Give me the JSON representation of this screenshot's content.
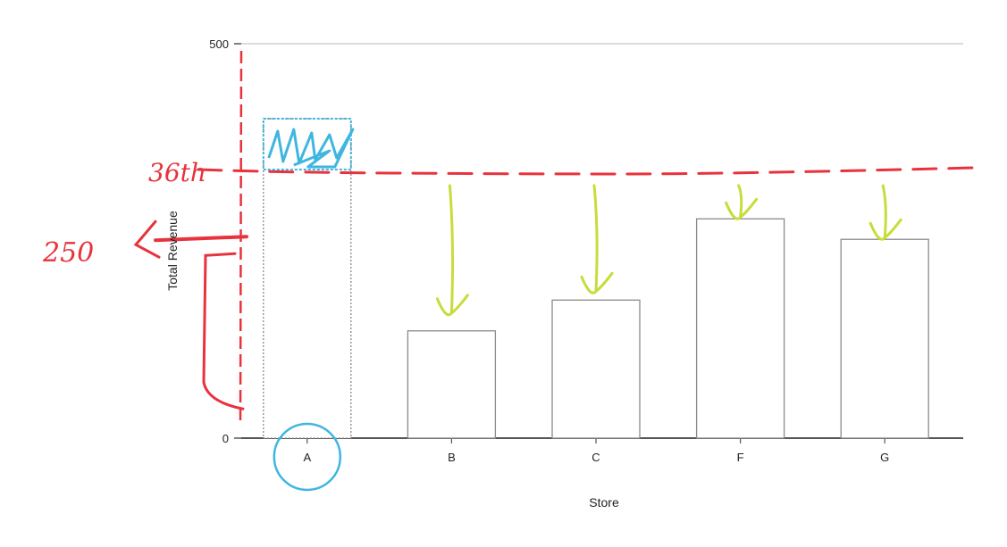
{
  "chart_data": {
    "type": "bar",
    "categories": [
      "A",
      "B",
      "C",
      "F",
      "G"
    ],
    "values": [
      405,
      136,
      175,
      278,
      252
    ],
    "xlabel": "Store",
    "ylabel": "Total Revenue",
    "ylim": [
      0,
      500
    ],
    "yticks": [
      0,
      500
    ],
    "grid": false,
    "annotations": {
      "mean_line_label": "36th",
      "mean_line_value": 336,
      "left_marker_label": "250",
      "left_marker_value": 252
    },
    "colors": {
      "bar_stroke": "#8a8a8a",
      "axis": "#555555",
      "red_marker": "#e8323c",
      "blue_marker": "#3fb6e0",
      "green_marker": "#c8dc3a"
    }
  }
}
